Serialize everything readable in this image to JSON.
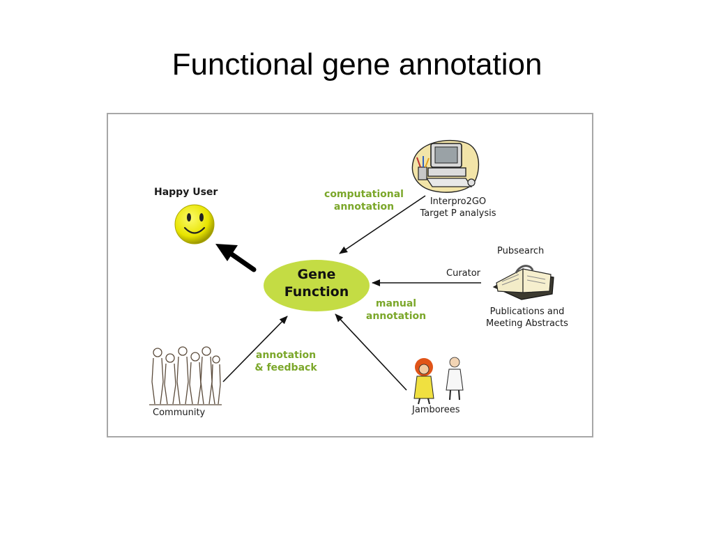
{
  "title": "Functional gene annotation",
  "colors": {
    "accent_green": "#7ba72a",
    "ellipse_fill": "#c4dc44",
    "smiley_yellow": "#e8e400",
    "frame_border": "#a7a7a7"
  },
  "diagram": {
    "center": {
      "line1": "Gene",
      "line2": "Function"
    },
    "happy_user": {
      "label": "Happy User",
      "icon": "smiley-face-icon"
    },
    "computational": {
      "annotation_line1": "computational",
      "annotation_line2": "annotation",
      "source_line1": "Interpro2GO",
      "source_line2": "Target P analysis",
      "icon": "computer-icon"
    },
    "curator": {
      "top_label": "Pubsearch",
      "arrow_label": "Curator",
      "source_line1": "Publications and",
      "source_line2": "Meeting Abstracts",
      "icon": "open-book-icon"
    },
    "manual": {
      "annotation_line1": "manual",
      "annotation_line2": "annotation",
      "source_label": "Jamborees",
      "icon": "scientists-icon"
    },
    "community": {
      "annotation_line1": "annotation",
      "annotation_line2": "& feedback",
      "source_label": "Community",
      "icon": "crowd-sketch-icon"
    }
  }
}
